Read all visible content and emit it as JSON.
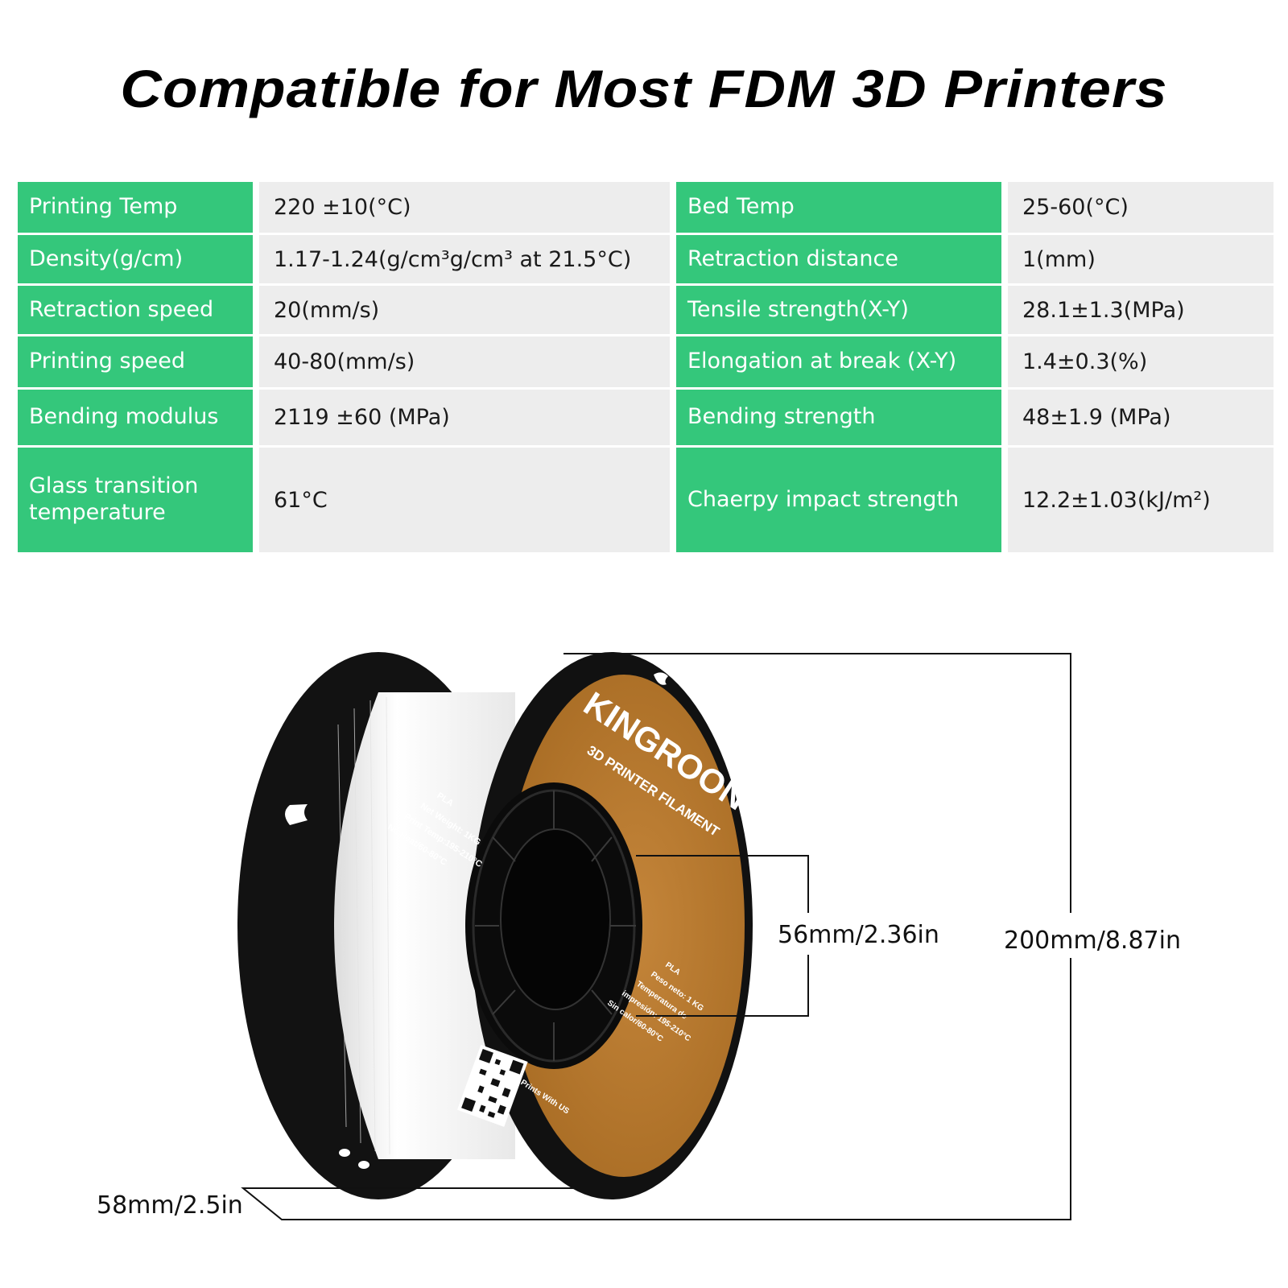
{
  "title": "Compatible for Most FDM 3D Printers",
  "colors": {
    "label_bg": "#34c77b",
    "value_bg": "#ededed",
    "spool_label": "#b97a2e",
    "spool_flange": "#111111",
    "filament": "#f4f4f4"
  },
  "specs": {
    "rows": [
      {
        "label_left": "Printing Temp",
        "value_left": "220 ±10(°C)",
        "label_right": "Bed Temp",
        "value_right": "25-60(°C)"
      },
      {
        "label_left": "Density(g/cm)",
        "value_left": "1.17-1.24(g/cm³g/cm³ at 21.5°C)",
        "label_right": "Retraction distance",
        "value_right": "1(mm)"
      },
      {
        "label_left": "Retraction speed",
        "value_left": "20(mm/s)",
        "label_right": "Tensile strength(X-Y)",
        "value_right": "28.1±1.3(MPa)"
      },
      {
        "label_left": "Printing speed",
        "value_left": "40-80(mm/s)",
        "label_right": "Elongation at break (X-Y)",
        "value_right": "1.4±0.3(%)"
      },
      {
        "label_left": "Bending modulus",
        "value_left": "2119 ±60 (MPa)",
        "label_right": "Bending strength",
        "value_right": "48±1.9 (MPa)"
      },
      {
        "label_left": "Glass transition temperature",
        "value_left": "61°C",
        "label_right": "Chaerpy impact strength",
        "value_right": "12.2±1.03(kJ/m²)"
      }
    ]
  },
  "spool": {
    "brand": "KINGROON",
    "subtitle": "3D PRINTER FILAMENT",
    "label_en": [
      "PLA",
      "Net Weight: 1KG",
      "Print Temp:195-210°C",
      "No Heat/60-80°C"
    ],
    "label_es": [
      "PLA",
      "Peso neto: 1 KG",
      "Temperatura de",
      "impresión: 195-210°C",
      "Sin calor/60-80°C"
    ],
    "qr_caption": "Share Your Prints With US"
  },
  "dimensions": {
    "inner_diameter": "56mm/2.36in",
    "outer_diameter": "200mm/8.87in",
    "width": "58mm/2.5in"
  }
}
